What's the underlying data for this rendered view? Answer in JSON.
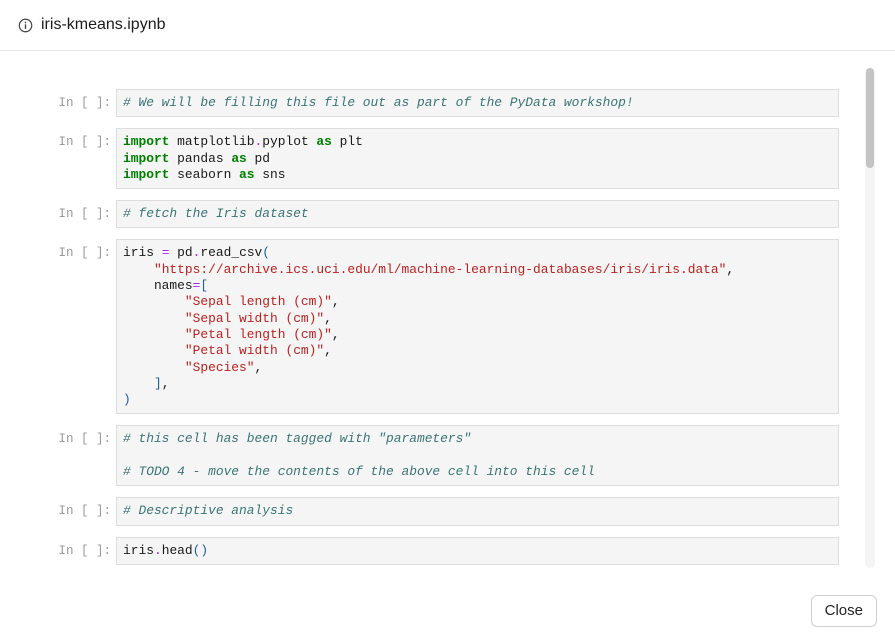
{
  "header": {
    "icon": "info-circle-icon",
    "title": "iris-kmeans.ipynb"
  },
  "notebook": {
    "prompt_label": "In [ ]:",
    "cells": [
      {
        "id": "cell-comment-intro",
        "prompt": "In [ ]:",
        "source": "# We will be filling this file out as part of the PyData workshop!"
      },
      {
        "id": "cell-imports",
        "prompt": "In [ ]:",
        "source": "import matplotlib.pyplot as plt\nimport pandas as pd\nimport seaborn as sns"
      },
      {
        "id": "cell-comment-fetch",
        "prompt": "In [ ]:",
        "source": "# fetch the Iris dataset"
      },
      {
        "id": "cell-read-csv",
        "prompt": "In [ ]:",
        "source": "iris = pd.read_csv(\n    \"https://archive.ics.uci.edu/ml/machine-learning-databases/iris/iris.data\",\n    names=[\n        \"Sepal length (cm)\",\n        \"Sepal width (cm)\",\n        \"Petal length (cm)\",\n        \"Petal width (cm)\",\n        \"Species\",\n    ],\n)"
      },
      {
        "id": "cell-parameters-todo",
        "prompt": "In [ ]:",
        "source": "# this cell has been tagged with \"parameters\"\n\n# TODO 4 - move the contents of the above cell into this cell"
      },
      {
        "id": "cell-comment-descriptive",
        "prompt": "In [ ]:",
        "source": "# Descriptive analysis"
      },
      {
        "id": "cell-head",
        "prompt": "In [ ]:",
        "source": "iris.head()"
      }
    ]
  },
  "footer": {
    "close_label": "Close"
  },
  "colors": {
    "comment": "#408080",
    "keyword": "#008000",
    "string": "#ba2121",
    "operator": "#aa22ff",
    "punctuation": "#2060a0",
    "cell_background": "#f7f7f7",
    "cell_border": "#e3e3e3",
    "prompt": "#aaaaaa",
    "scrollbar_thumb": "#c2c2c2"
  },
  "scrollbar": {
    "thumb_top_pct": 0,
    "thumb_height_pct": 20
  }
}
